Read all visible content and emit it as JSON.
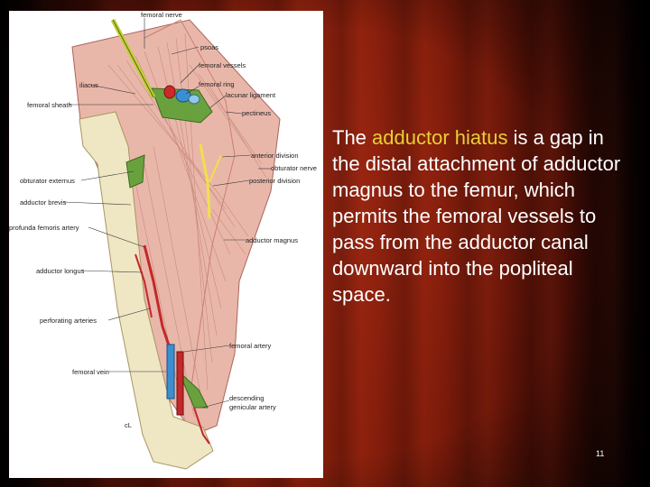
{
  "figure": {
    "labels": {
      "femoral_nerve": "femoral nerve",
      "psoas": "psoas",
      "femoral_vessels": "femoral vessels",
      "femoral_ring": "femoral ring",
      "iliacus": "iliacus",
      "lacunar_ligament": "lacunar ligament",
      "femoral_sheath": "femoral sheath",
      "pectineus": "pectineus",
      "anterior_division": "anterior division",
      "obturator_nerve": "obturator nerve",
      "obturator_externus": "obturator externus",
      "posterior_division": "posterior division",
      "adductor_brevis": "adductor brevis",
      "profunda_femoris_artery": "profunda femoris artery",
      "adductor_magnus": "adductor magnus",
      "adductor_longus": "adductor longus",
      "perforating_arteries": "perforating arteries",
      "femoral_artery": "femoral artery",
      "femoral_vein": "femoral vein",
      "descending_genicular_artery_1": "descending",
      "descending_genicular_artery_2": "genicular artery",
      "signature": "cL"
    }
  },
  "text": {
    "highlight": "adductor hiatus",
    "before": "The ",
    "after": " is a gap in the distal attachment of adductor magnus to the femur, which permits the femoral vessels to pass from the adductor canal downward into the popliteal space."
  },
  "colors": {
    "highlight": "#e8cf36",
    "text": "#ffffff",
    "background": "#7a1a0a"
  },
  "page_number": "11"
}
